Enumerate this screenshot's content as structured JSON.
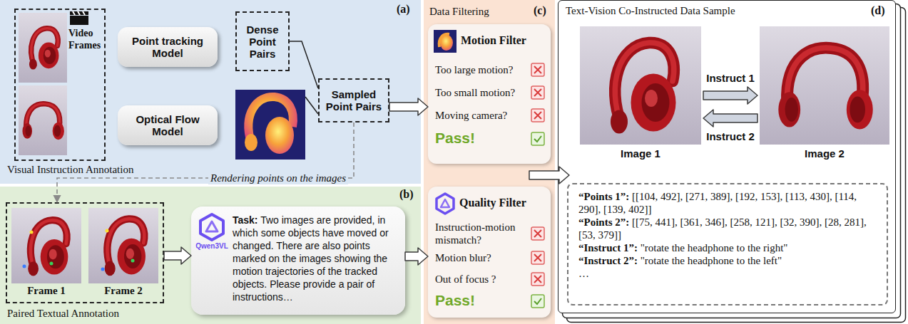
{
  "diagram": {
    "nodes": [
      {
        "text": [
          "(a)",
          "Visual Instruction Annotation"
        ]
      },
      {
        "text": [
          "Video Frames"
        ],
        "in": 0
      },
      {
        "text": [
          "Point tracking Model"
        ],
        "in": 0
      },
      {
        "text": [
          "Optical Flow Model"
        ],
        "in": 0
      },
      {
        "text": [
          "Dense Point Pairs"
        ],
        "in": 0
      },
      {
        "text": [
          "Sampled Point Pairs"
        ],
        "in": 0
      },
      {
        "text": [
          "(b)",
          "Paired Textual Annotation"
        ]
      },
      {
        "text": [
          "Frame 1",
          "Frame 2"
        ],
        "in": 6
      },
      {
        "text": [
          "Qwen3VL",
          "Task: Two images are provided, in which some objects have moved or changed. There are also points marked on the images showing the motion trajectories of the tracked objects. Please provide a pair of instructions…"
        ],
        "in": 6
      },
      {
        "text": [
          "Data Filtering",
          "(c)"
        ]
      },
      {
        "text": [
          "Motion Filter",
          "Too large motion?",
          "Too small motion?",
          "Moving camera?",
          "Pass!"
        ],
        "in": 9
      },
      {
        "text": [
          "Quality Filter",
          "Instruction-motion mismatch?",
          "Motion blur?",
          "Out of focus ?",
          "Pass!"
        ],
        "in": 9
      },
      {
        "text": [
          "Text-Vision Co-Instructed Data Sample",
          "(d)"
        ]
      },
      {
        "text": [
          "Image 1"
        ],
        "in": 12
      },
      {
        "text": [
          "Image 2"
        ],
        "in": 12
      },
      {
        "text": [
          "“Points 1”: [[104, 492], [271, 389], [192, 153], [113, 430], [114, 290], [139, 402]]",
          "“Points 2”: [[75, 441], [361, 346], [258, 121], [32, 390], [28, 281], [53, 379]]",
          "“Instruct 1”: \"rotate the headphone to the right\"",
          "“Instruct 2”: \"rotate the headphone to the left\"",
          "…"
        ],
        "in": 12
      }
    ],
    "edges": [
      {
        "from": 4,
        "to": 5,
        "arrow": "none"
      },
      {
        "from": 5,
        "to": 7,
        "label": "Rendering points on the images",
        "arrow": "to"
      },
      {
        "from": 5,
        "to": 10,
        "arrow": "to"
      },
      {
        "from": 7,
        "to": 8,
        "arrow": "to"
      },
      {
        "from": 8,
        "to": 11,
        "arrow": "to"
      },
      {
        "from": 9,
        "to": 12,
        "arrow": "to"
      },
      {
        "from": 13,
        "to": 14,
        "label": "Instruct 1",
        "arrow": "to"
      },
      {
        "from": 14,
        "to": 13,
        "label": "Instruct 2",
        "arrow": "to"
      }
    ]
  }
}
